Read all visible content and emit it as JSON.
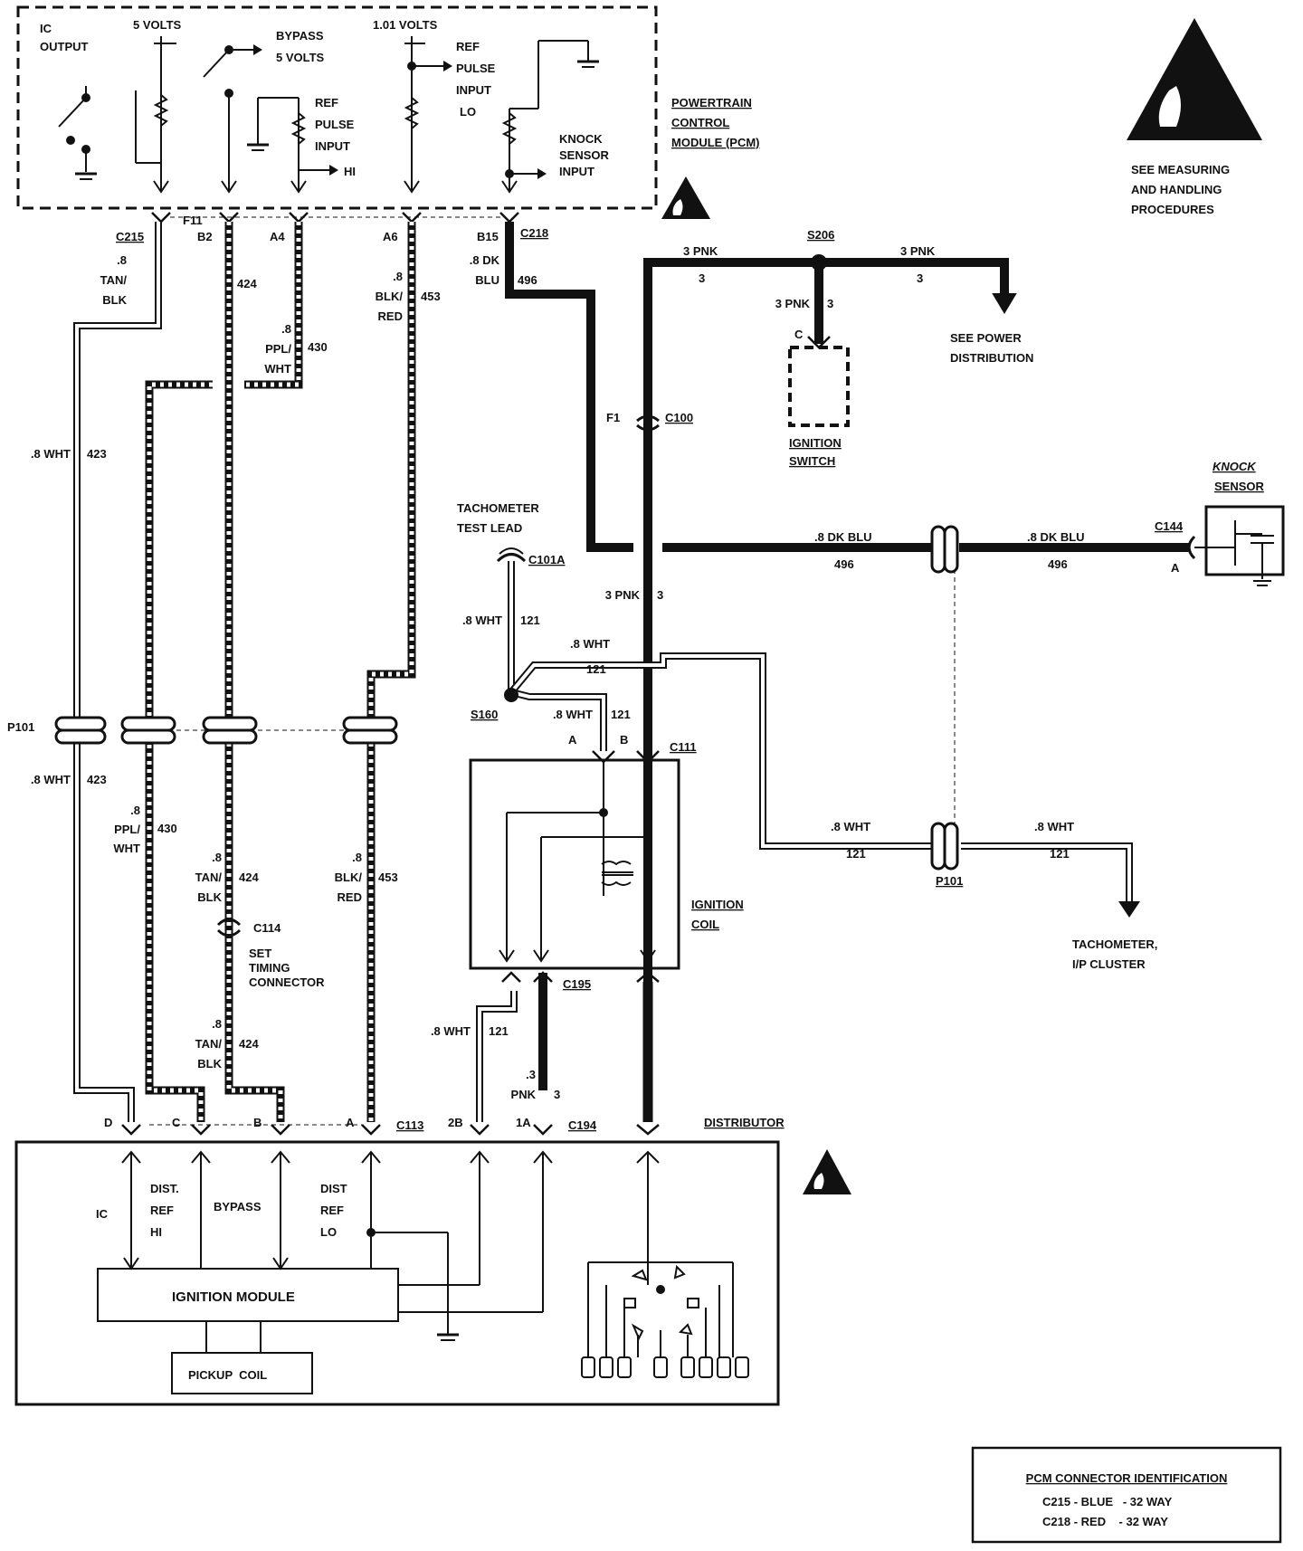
{
  "pcm": {
    "ic_output": [
      "IC",
      "OUTPUT"
    ],
    "five_volts": "5 VOLTS",
    "bypass_5v": [
      "BYPASS",
      "5 VOLTS"
    ],
    "ref_pulse_hi": [
      "REF",
      "PULSE",
      "INPUT"
    ],
    "hi": "HI",
    "one_volt": "1.01 VOLTS",
    "ref_pulse_lo": [
      "REF",
      "PULSE",
      "INPUT",
      "LO"
    ],
    "knock_input": [
      "KNOCK",
      "SENSOR",
      "INPUT"
    ],
    "name": [
      "POWERTRAIN",
      "CONTROL",
      "MODULE (PCM)"
    ]
  },
  "esd": [
    "SEE MEASURING",
    "AND HANDLING",
    "PROCEDURES"
  ],
  "pins": {
    "c215": "C215",
    "f11": "F11",
    "b2": "B2",
    "a4": "A4",
    "a6": "A6",
    "b15": "B15",
    "c218": "C218"
  },
  "wires": {
    "w423_color": ".8 WHT",
    "w423": "423",
    "w424_color": [
      ".8",
      "TAN/",
      "BLK"
    ],
    "w424": "424",
    "w430_color": [
      ".8",
      "PPL/",
      "WHT"
    ],
    "w430": "430",
    "w453_color": [
      ".8",
      "BLK/",
      "RED"
    ],
    "w453": "453",
    "w496_color": [
      ".8 DK",
      "BLU"
    ],
    "w496": "496",
    "pnk": "3 PNK",
    "pnk_circuit": "3",
    "dkblu": ".8 DK BLU",
    "wht": ".8 WHT",
    "w121": "121",
    "pnk_small": [
      ".3",
      "PNK"
    ]
  },
  "splices": {
    "s206": "S206",
    "s160": "S160"
  },
  "power": [
    "SEE POWER",
    "DISTRIBUTION"
  ],
  "ignition_switch": {
    "terminal": "C",
    "label": [
      "IGNITION",
      "SWITCH"
    ]
  },
  "connectors": {
    "c100": "C100",
    "f1": "F1",
    "c144": "C144",
    "a": "A",
    "b": "B",
    "c101a": "C101A",
    "p101": "P101",
    "c111": "C111",
    "c114": "C114",
    "c195": "C195",
    "c113": "C113",
    "c194": "C194",
    "d": "D",
    "c": "C",
    "t2b": "2B",
    "t1a": "1A"
  },
  "knock_sensor": [
    "KNOCK",
    "SENSOR"
  ],
  "tach_test": [
    "TACHOMETER",
    "TEST LEAD"
  ],
  "tach_cluster": [
    "TACHOMETER,",
    "I/P CLUSTER"
  ],
  "ignition_coil": [
    "IGNITION",
    "COIL"
  ],
  "set_timing": [
    "SET",
    "TIMING",
    "CONNECTOR"
  ],
  "distributor": {
    "name": "DISTRIBUTOR",
    "ic": "IC",
    "dist_ref_hi": [
      "DIST.",
      "REF",
      "HI"
    ],
    "bypass": "BYPASS",
    "dist_ref_lo": [
      "DIST",
      "REF",
      "LO"
    ],
    "ignition_module": "IGNITION MODULE",
    "pickup_coil": "PICKUP  COIL"
  },
  "legend": {
    "title": "PCM CONNECTOR IDENTIFICATION",
    "line1": "C215 - BLUE   - 32 WAY",
    "line2": "C218 - RED    - 32 WAY"
  }
}
